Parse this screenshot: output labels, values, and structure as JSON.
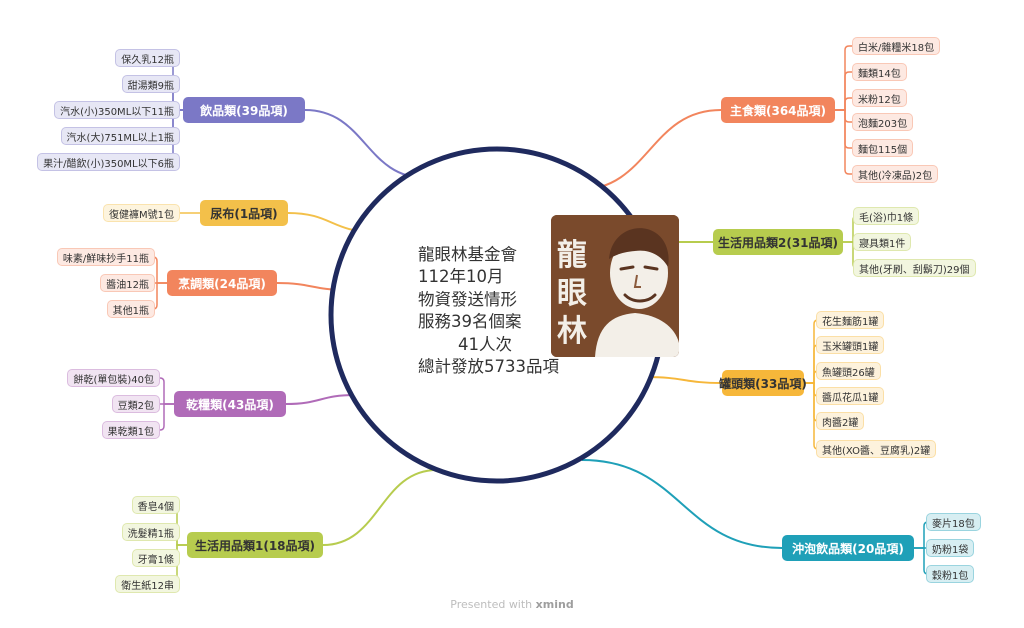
{
  "center": {
    "lines": [
      "龍眼林基金會",
      "112年10月",
      "物資發送情形",
      "服務39名個案",
      "41人次",
      "總計發放5733品項"
    ]
  },
  "logo": {
    "text": "龍眼林"
  },
  "footer": {
    "prefix": "Presented with",
    "brand": "xmind"
  },
  "categories": [
    {
      "label": "飲品類(39品項)",
      "color": "#7b78c6",
      "items": [
        "保久乳12瓶",
        "甜湯類9瓶",
        "汽水(小)350ML以下11瓶",
        "汽水(大)751ML以上1瓶",
        "果汁/醋飲(小)350ML以下6瓶"
      ]
    },
    {
      "label": "尿布(1品項)",
      "color": "#f3c04a",
      "items": [
        "復健褲M號1包"
      ]
    },
    {
      "label": "烹調類(24品項)",
      "color": "#f2855d",
      "items": [
        "味素/鮮味抄手11瓶",
        "醬油12瓶",
        "其他1瓶"
      ]
    },
    {
      "label": "乾糧類(43品項)",
      "color": "#b06bb8",
      "items": [
        "餅乾(單包裝)40包",
        "豆類2包",
        "果乾類1包"
      ]
    },
    {
      "label": "生活用品類1(18品項)",
      "color": "#b7cc4e",
      "items": [
        "香皂4個",
        "洗髮精1瓶",
        "牙膏1條",
        "衛生紙12串"
      ]
    },
    {
      "label": "主食類(364品項)",
      "color": "#f2855d",
      "items": [
        "白米/雜糧米18包",
        "麵類14包",
        "米粉12包",
        "泡麵203包",
        "麵包115個",
        "其他(冷凍品)2包"
      ]
    },
    {
      "label": "生活用品類2(31品項)",
      "color": "#b7cc4e",
      "items": [
        "毛(浴)巾1條",
        "寢具類1件",
        "其他(牙刷、刮鬍刀)29個"
      ]
    },
    {
      "label": "罐頭類(33品項)",
      "color": "#f6b73a",
      "items": [
        "花生麵筋1罐",
        "玉米罐頭1罐",
        "魚罐頭26罐",
        "醬瓜花瓜1罐",
        "肉醬2罐",
        "其他(XO醬、豆腐乳)2罐"
      ]
    },
    {
      "label": "沖泡飲品類(20品項)",
      "color": "#1fa0b8",
      "items": [
        "麥片18包",
        "奶粉1袋",
        "穀粉1包"
      ]
    }
  ]
}
